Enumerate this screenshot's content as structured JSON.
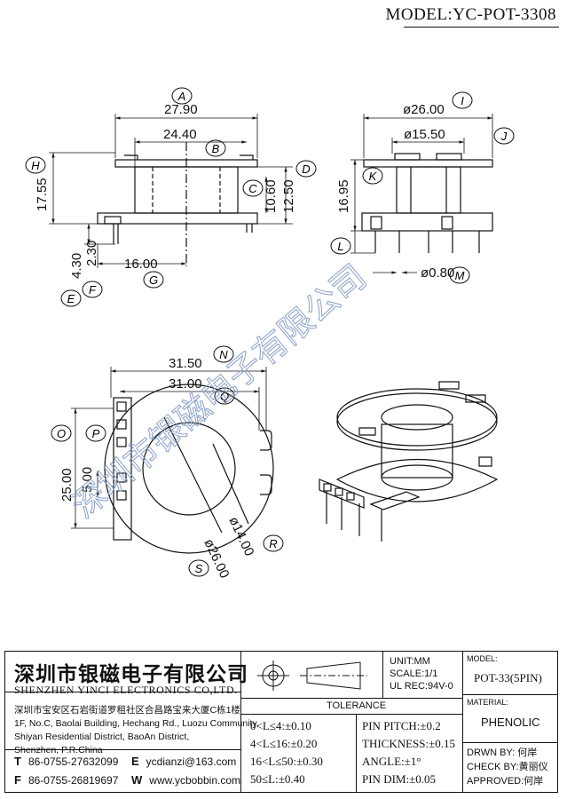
{
  "model_title": "MODEL:YC-POT-3308",
  "watermark": "深圳市银磁电子有限公司",
  "labels": {
    "A": "A",
    "B": "B",
    "C": "C",
    "D": "D",
    "E": "E",
    "F": "F",
    "G": "G",
    "H": "H",
    "I": "I",
    "J": "J",
    "K": "K",
    "L": "L",
    "M": "M",
    "N": "N",
    "O": "O",
    "P": "P",
    "Q": "Q",
    "R": "R",
    "S": "S"
  },
  "dims": {
    "A": "27.90",
    "B": "24.40",
    "C": "10.60",
    "D": "12.50",
    "E": "4.30",
    "F": "2.30",
    "G": "16.00",
    "H": "17.55",
    "I": "ø26.00",
    "J": "ø15.50",
    "K": "16.95",
    "M": "ø0.80",
    "N": "31.50",
    "Q": "31.00",
    "O": "25.00",
    "P": "5.00",
    "R": "ø14.00",
    "S": "ø26.00"
  },
  "title_block": {
    "company_cn": "深圳市银磁电子有限公司",
    "company_en": "SHENZHEN YINCI ELECTRONICS CO,LTD.",
    "address_lines": [
      "深圳市宝安区石岩街道罗租社区合昌路宝来大厦C栋1楼",
      "1F, No.C, Baolai Building, Hechang Rd., Luozu Community,",
      "Shiyan Residential District, BaoAn District,",
      "Shenzhen, P.R.China"
    ],
    "tel_label": "T",
    "tel": "86-0755-27632099",
    "fax_label": "F",
    "fax": "86-0755-26819697",
    "email_label": "E",
    "email": "ycdianzi@163.com",
    "web_label": "W",
    "web": "www.ycbobbin.com",
    "unit": "UNIT:MM",
    "scale": "SCALE:1/1",
    "ul": "UL REC:94V-0",
    "model_label": "MODEL:",
    "model_value": "POT-33(5PIN)",
    "tolerance_label": "TOLERANCE",
    "tolerances": [
      "0<L≤4:±0.10",
      "4<L≤16:±0.20",
      "16<L≤50:±0.30",
      "50≤L:±0.40"
    ],
    "tolerances_right": [
      "PIN PITCH:±0.2",
      "THICKNESS:±0.15",
      "ANGLE:±1°",
      "PIN DIM:±0.05"
    ],
    "material_label": "MATERIAL:",
    "material_value": "PHENOLIC",
    "drawn_by": "DRWN BY: 何岸",
    "check_by": "CHECK BY:黄丽仪",
    "approved": "APPROVED:何岸"
  }
}
